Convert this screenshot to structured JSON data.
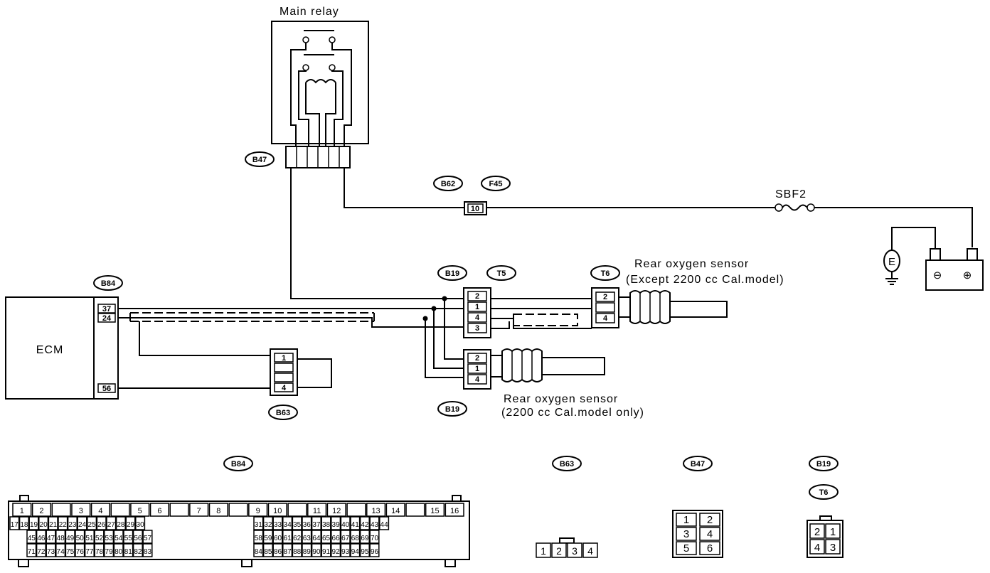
{
  "labels": {
    "main_relay": "Main relay",
    "ecm": "ECM",
    "sbf2": "SBF2",
    "battery_e": "E",
    "battery_minus": "⊖",
    "battery_plus": "⊕",
    "rear_o2_except_line1": "Rear oxygen sensor",
    "rear_o2_except_line2": "(Except 2200 cc Cal.model)",
    "rear_o2_cal_line1": "Rear oxygen sensor",
    "rear_o2_cal_line2": "(2200 cc Cal.model only)"
  },
  "connector_tags": {
    "b47_top": "B47",
    "b62": "B62",
    "f45": "F45",
    "b84_top": "B84",
    "b19_top": "B19",
    "t5": "T5",
    "t6_top": "T6",
    "b63_mid": "B63",
    "b19_mid": "B19",
    "b84_bottom": "B84",
    "b63_bottom": "B63",
    "b47_bottom": "B47",
    "b19_bottom": "B19",
    "t6_bottom": "T6"
  },
  "pins": {
    "b62_pin": "10",
    "ecm_37": "37",
    "ecm_24": "24",
    "ecm_56": "56",
    "b63_1": "1",
    "b63_4": "4",
    "t5_2": "2",
    "t5_1": "1",
    "t5_4": "4",
    "t5_3": "3",
    "t6_2": "2",
    "t6_4": "4",
    "b19_2": "2",
    "b19_1": "1",
    "b19_4": "4"
  },
  "b84_face": {
    "row1": [
      "1",
      "2",
      "",
      "3",
      "4",
      "",
      "5",
      "6",
      "",
      "7",
      "8",
      "",
      "9",
      "10",
      "",
      "11",
      "12",
      "",
      "13",
      "14",
      "",
      "15",
      "16"
    ],
    "row2_left": [
      "17",
      "18",
      "19",
      "20",
      "21",
      "22",
      "23",
      "24",
      "25",
      "26",
      "27",
      "28",
      "29",
      "30"
    ],
    "row2_right": [
      "31",
      "32",
      "33",
      "34",
      "35",
      "36",
      "37",
      "38",
      "39",
      "40",
      "41",
      "42",
      "43",
      "44"
    ],
    "row3_left": [
      "45",
      "46",
      "47",
      "48",
      "49",
      "50",
      "51",
      "52",
      "53",
      "54",
      "55",
      "56",
      "57"
    ],
    "row3_right": [
      "58",
      "59",
      "60",
      "61",
      "62",
      "63",
      "64",
      "65",
      "66",
      "67",
      "68",
      "69",
      "70"
    ],
    "row4_left": [
      "71",
      "72",
      "73",
      "74",
      "75",
      "76",
      "77",
      "78",
      "79",
      "80",
      "81",
      "82",
      "83"
    ],
    "row4_right": [
      "84",
      "85",
      "86",
      "87",
      "88",
      "89",
      "90",
      "91",
      "92",
      "93",
      "94",
      "95",
      "96"
    ]
  },
  "b63_face": [
    "1",
    "2",
    "3",
    "4"
  ],
  "b47_face": [
    "1",
    "2",
    "3",
    "4",
    "5",
    "6"
  ],
  "b19_face": [
    "2",
    "1",
    "4",
    "3"
  ]
}
